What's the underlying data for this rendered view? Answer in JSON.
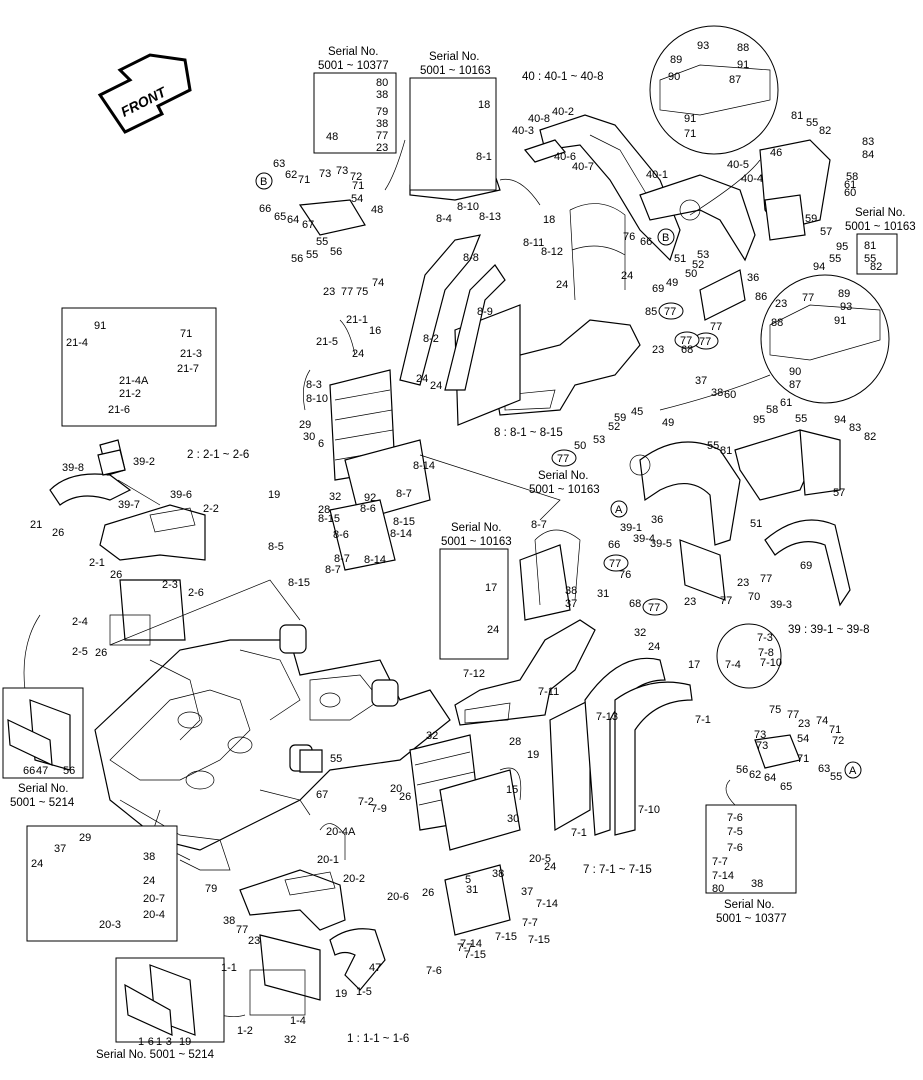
{
  "front_label": "FRONT",
  "group_headers": [
    {
      "id": "g40",
      "text": "40 : 40-1 ~ 40-8"
    },
    {
      "id": "g8",
      "text": "8 : 8-1 ~ 8-15"
    },
    {
      "id": "g2",
      "text": "2 : 2-1 ~ 2-6"
    },
    {
      "id": "g39",
      "text": "39 : 39-1 ~ 39-8"
    },
    {
      "id": "g7",
      "text": "7 : 7-1 ~ 7-15"
    },
    {
      "id": "g1",
      "text": "1 : 1-1 ~ 1-6"
    }
  ],
  "serial_notes": [
    {
      "id": "s1a",
      "line1": "Serial No.",
      "line2": "5001 ~ 10377"
    },
    {
      "id": "s1b",
      "line1": "Serial No.",
      "line2": "5001 ~ 10163"
    },
    {
      "id": "s1c",
      "line1": "Serial No.",
      "line2": "5001 ~ 10163"
    },
    {
      "id": "s1d",
      "line1": "Serial No.",
      "line2": "5001 ~ 10163"
    },
    {
      "id": "s1e",
      "line1": "Serial No.",
      "line2": "5001 ~ 10163"
    },
    {
      "id": "s1f",
      "line1": "Serial No.",
      "line2": "5001 ~ 5214"
    },
    {
      "id": "s1g",
      "line1": "Serial No.",
      "line2": "5001 ~ 10377"
    },
    {
      "id": "s1h",
      "line1": "Serial No. 5001 ~ 5214",
      "line2": ""
    }
  ],
  "callouts": [
    "80",
    "38",
    "79",
    "38",
    "77",
    "23",
    "48",
    "18",
    "8-1",
    "40-8",
    "40-2",
    "40-3",
    "40-6",
    "40-7",
    "40-1",
    "40-5",
    "40-4",
    "46",
    "93",
    "88",
    "89",
    "91",
    "90",
    "87",
    "91",
    "71",
    "81",
    "55",
    "82",
    "83",
    "84",
    "61",
    "58",
    "60",
    "59",
    "57",
    "95",
    "94",
    "55",
    "81",
    "55",
    "82",
    "63",
    "62",
    "71",
    "73",
    "73",
    "72",
    "71",
    "54",
    "48",
    "66",
    "65",
    "64",
    "67",
    "55",
    "56",
    "56",
    "55",
    "23",
    "77",
    "75",
    "74",
    "8-10",
    "8-13",
    "8-4",
    "8-8",
    "8-11",
    "8-12",
    "18",
    "24",
    "24",
    "76",
    "66",
    "53",
    "52",
    "51",
    "49",
    "50",
    "36",
    "69",
    "86",
    "85",
    "23",
    "77",
    "68",
    "23",
    "77",
    "89",
    "93",
    "88",
    "91",
    "90",
    "87",
    "91",
    "71",
    "21-4",
    "21-3",
    "21-4A",
    "21-2",
    "21-7",
    "21-6",
    "21-1",
    "21-5",
    "16",
    "24",
    "8-2",
    "8-9",
    "8-3",
    "8-10",
    "24",
    "24",
    "29",
    "30",
    "6",
    "37",
    "38",
    "60",
    "61",
    "58",
    "95",
    "55",
    "94",
    "83",
    "82",
    "55",
    "81",
    "57",
    "59",
    "45",
    "52",
    "53",
    "50",
    "49",
    "51",
    "39-1",
    "36",
    "39-4",
    "39-5",
    "66",
    "76",
    "68",
    "23",
    "77",
    "23",
    "77",
    "69",
    "70",
    "39-3",
    "39-8",
    "39-2",
    "39-7",
    "39-6",
    "2-2",
    "21",
    "26",
    "2-1",
    "26",
    "2-3",
    "2-6",
    "2-4",
    "2-5",
    "26",
    "19",
    "32",
    "92",
    "28",
    "8-15",
    "8-14",
    "8-14",
    "8-7",
    "8-7",
    "8-15",
    "8-6",
    "8-6",
    "8-15",
    "8-14",
    "8-7",
    "8-5",
    "8-7",
    "38",
    "37",
    "31",
    "17",
    "24",
    "32",
    "24",
    "17",
    "7-1",
    "7-12",
    "7-11",
    "7-13",
    "7-10",
    "7-1",
    "7-3",
    "7-8",
    "7-4",
    "7-10",
    "75",
    "77",
    "23",
    "74",
    "54",
    "71",
    "72",
    "73",
    "73",
    "71",
    "63",
    "55",
    "56",
    "62",
    "64",
    "65",
    "66",
    "47",
    "56",
    "55",
    "67",
    "32",
    "28",
    "19",
    "20",
    "26",
    "7-2",
    "7-9",
    "15",
    "30",
    "29",
    "37",
    "38",
    "24",
    "24",
    "20-7",
    "20-4",
    "20-3",
    "20-4A",
    "20-2",
    "20-1",
    "20-6",
    "20-5",
    "24",
    "5",
    "26",
    "31",
    "38",
    "37",
    "7-14",
    "7-7",
    "7-15",
    "7-15",
    "7-7",
    "7-14",
    "7-15",
    "7-6",
    "7-6",
    "7-5",
    "7-6",
    "7-7",
    "7-14",
    "80",
    "38",
    "79",
    "38",
    "77",
    "23",
    "47",
    "1-1",
    "19",
    "1-5",
    "1-4",
    "1-2",
    "32",
    "1-6",
    "1-3",
    "19",
    "92",
    "28",
    "32",
    "28",
    "19"
  ],
  "circled_refs": [
    "77",
    "77",
    "77",
    "77",
    "77",
    "77"
  ],
  "circle_ref_letters": [
    "B",
    "B",
    "A",
    "A"
  ]
}
